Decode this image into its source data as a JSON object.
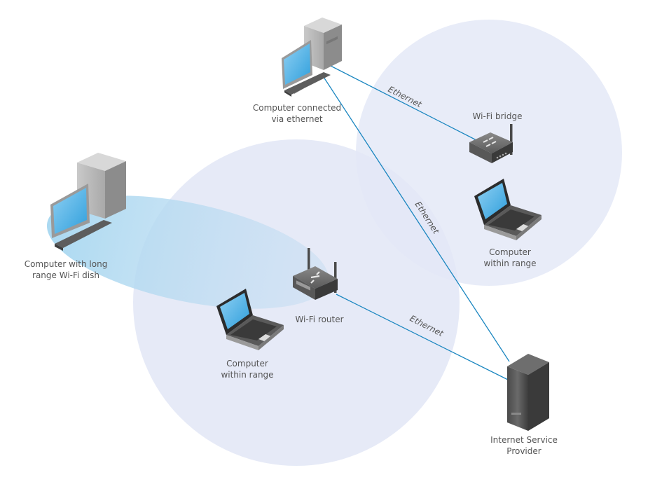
{
  "diagram": {
    "title": "Wireless network diagram",
    "colors": {
      "range_circle": "#e3e8f6",
      "beam": "#a9d6ee",
      "link": "#1a86c0",
      "label": "#555555",
      "screen": "#4fb3e6"
    },
    "nodes": [
      {
        "id": "desktop-ethernet",
        "type": "desktop",
        "label_lines": [
          "Computer connected",
          "via ethernet"
        ]
      },
      {
        "id": "wifi-bridge",
        "type": "bridge",
        "label_lines": [
          "Wi-Fi bridge"
        ]
      },
      {
        "id": "laptop-right",
        "type": "laptop",
        "label_lines": [
          "Computer",
          "within range"
        ]
      },
      {
        "id": "desktop-dish",
        "type": "desktop",
        "label_lines": [
          "Computer with long",
          "range Wi-Fi dish"
        ]
      },
      {
        "id": "wifi-router",
        "type": "router",
        "label_lines": [
          "Wi-Fi router"
        ]
      },
      {
        "id": "laptop-left",
        "type": "laptop",
        "label_lines": [
          "Computer",
          "within range"
        ]
      },
      {
        "id": "isp-server",
        "type": "server",
        "label_lines": [
          "Internet Service",
          "Provider"
        ]
      }
    ],
    "edges": [
      {
        "from": "desktop-ethernet",
        "to": "wifi-bridge",
        "label": "Ethernet"
      },
      {
        "from": "desktop-ethernet",
        "to": "isp-server",
        "label": "Ethernet"
      },
      {
        "from": "wifi-router",
        "to": "isp-server",
        "label": "Ethernet"
      }
    ],
    "ranges": [
      {
        "around": "wifi-bridge",
        "kind": "wifi-coverage"
      },
      {
        "around": "wifi-router",
        "kind": "wifi-coverage"
      },
      {
        "around": "desktop-dish",
        "kind": "directional-beam"
      }
    ]
  }
}
